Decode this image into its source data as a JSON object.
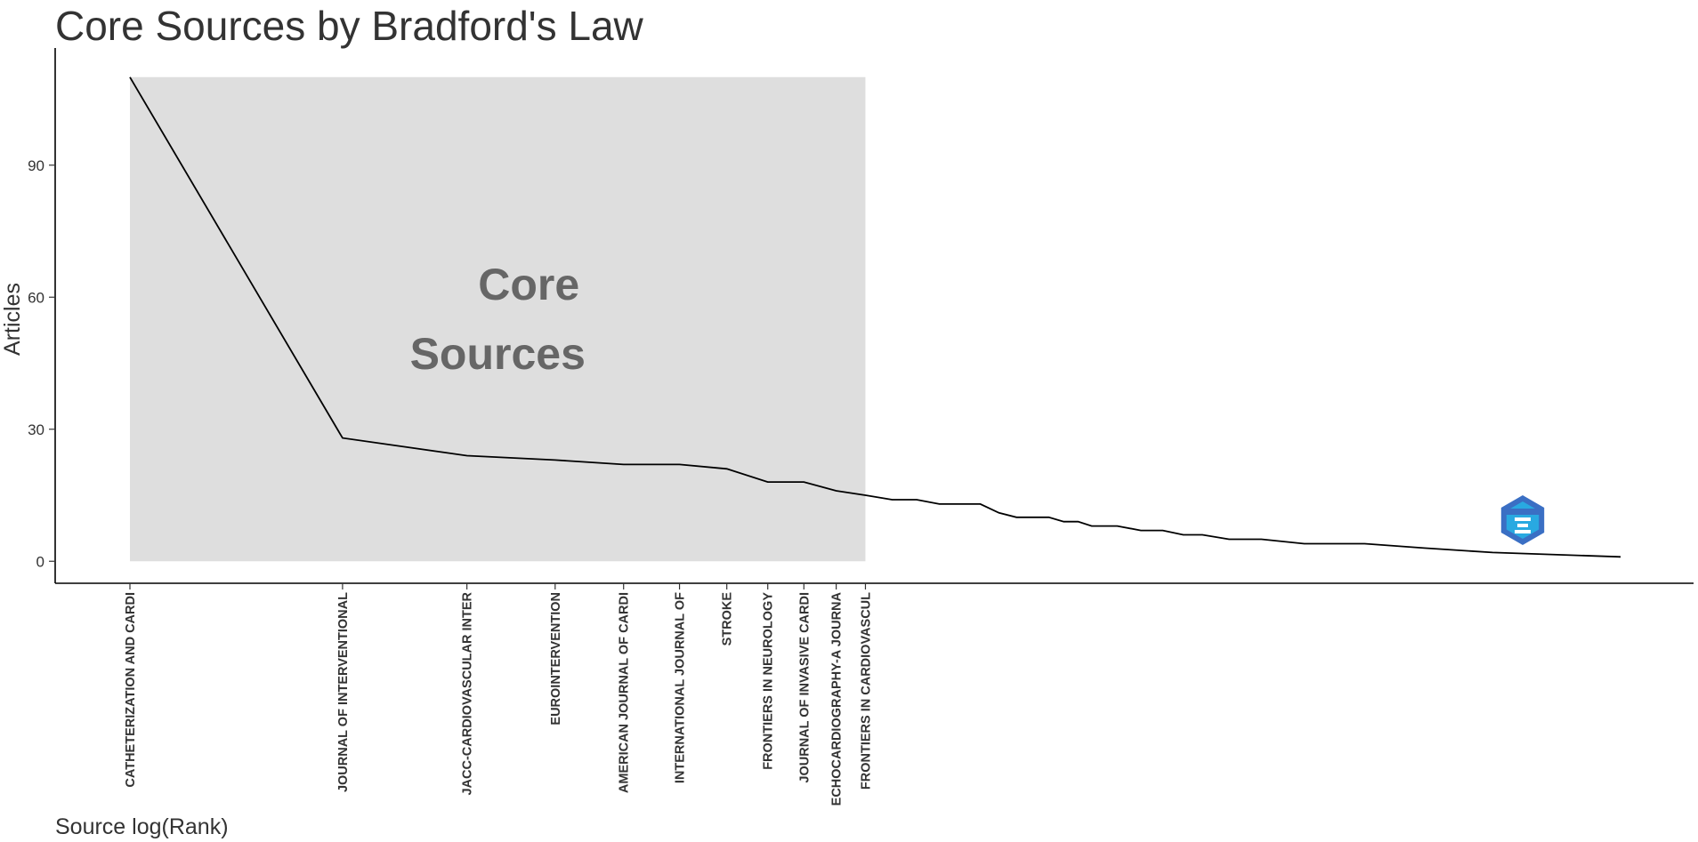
{
  "chart_data": {
    "type": "line",
    "title": "Core Sources by Bradford's Law",
    "xlabel": "Source log(Rank)",
    "ylabel": "Articles",
    "x_scale": "log",
    "ylim": [
      -5,
      115
    ],
    "yticks": [
      0,
      30,
      60,
      90
    ],
    "grid": false,
    "legend": "none",
    "annotation": {
      "line1": "Core",
      "line2": "Sources"
    },
    "core_zone": {
      "rank_from": 1,
      "rank_to": 11,
      "articles_to": 110,
      "color": "#dedede"
    },
    "line_color": "#000000",
    "logo_colors": [
      "#3a6fc4",
      "#29a9e1"
    ],
    "categories": [
      "CATHETERIZATION AND CARDI",
      "JOURNAL OF INTERVENTIONAL",
      "JACC-CARDIOVASCULAR INTER",
      "EUROINTERVENTION",
      "AMERICAN JOURNAL OF CARDI",
      "INTERNATIONAL JOURNAL OF",
      "STROKE",
      "FRONTIERS IN NEUROLOGY",
      "JOURNAL OF INVASIVE CARDI",
      "ECHOCARDIOGRAPHY-A JOURNA",
      "FRONTIERS IN CARDIOVASCUL"
    ],
    "category_ranks": [
      1,
      2,
      3,
      4,
      5,
      6,
      7,
      8,
      9,
      10,
      11
    ],
    "series": [
      {
        "x": [
          1,
          2,
          3,
          4,
          5,
          6,
          7,
          8,
          9,
          10,
          11,
          12,
          13,
          14,
          15,
          16,
          17,
          18,
          19,
          20,
          21,
          22,
          23,
          24,
          25,
          27,
          29,
          31,
          33,
          36,
          40,
          46,
          56,
          68,
          85,
          129
        ],
        "values": [
          110,
          28,
          24,
          23,
          22,
          22,
          21,
          18,
          18,
          16,
          15,
          14,
          14,
          13,
          13,
          13,
          11,
          10,
          10,
          10,
          9,
          9,
          8,
          8,
          8,
          7,
          7,
          6,
          6,
          5,
          5,
          4,
          4,
          3,
          2,
          1
        ]
      }
    ]
  }
}
